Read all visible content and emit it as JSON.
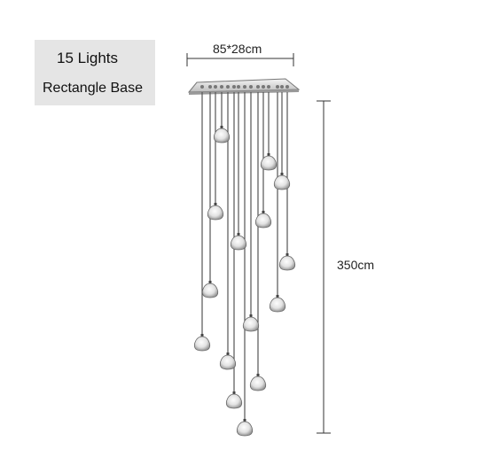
{
  "label": {
    "title": "15 Lights",
    "subtitle": "Rectangle Base"
  },
  "dimensions": {
    "width_text": "85*28cm",
    "height_text": "350cm"
  },
  "product": {
    "light_count": 15,
    "base_shape": "rectangle"
  },
  "colors": {
    "label_box": "#e5e5e5",
    "line": "#333333",
    "cord": "#555555",
    "glass": "#cfcfcf"
  }
}
